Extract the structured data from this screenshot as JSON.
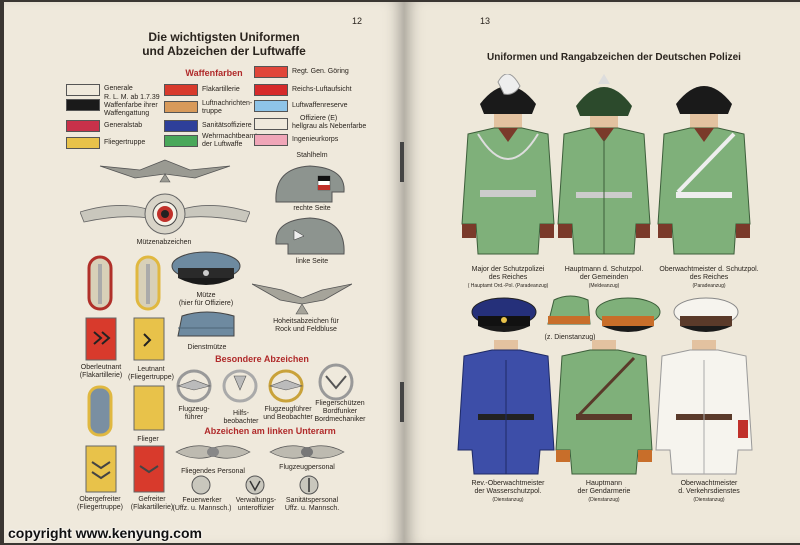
{
  "left_page": {
    "page_number": "12",
    "title_line1": "Die wichtigsten Uniformen",
    "title_line2": "und Abzeichen der Luftwaffe",
    "waffenfarben_heading": "Waffenfarben",
    "swatches_left": [
      {
        "color": "#ffffff",
        "label1": "Generale",
        "label2": ""
      },
      {
        "color": "#1a1a1a",
        "label1": "R. L. M. ab 1.7.39",
        "label2": "Waffenfarbe ihrer Waffengattung"
      },
      {
        "color": "#c8314a",
        "label1": "Generalstab",
        "label2": ""
      },
      {
        "color": "#e8c24a",
        "label1": "Fliegertruppe",
        "label2": ""
      }
    ],
    "swatches_mid": [
      {
        "color": "#d83a2c",
        "label1": "Flakartillerie",
        "label2": ""
      },
      {
        "color": "#d89a5a",
        "label1": "Luftnachrichten-",
        "label2": "truppe"
      },
      {
        "color": "#2e3f9a",
        "label1": "Sanitätsoffiziere",
        "label2": ""
      },
      {
        "color": "#4aa85a",
        "label1": "Wehrmachtbeamte",
        "label2": "der Luftwaffe"
      }
    ],
    "swatches_right": [
      {
        "color": "#e0463a",
        "label1": "Regt. Gen. Göring",
        "label2": ""
      },
      {
        "color": "#d62a2a",
        "label1": "Reichs-Luftaufsicht",
        "label2": ""
      },
      {
        "color": "#8ec4e8",
        "label1": "Luftwaffenreserve",
        "label2": ""
      },
      {
        "color": "#efe9dc",
        "label1": "Offiziere (E)",
        "label2": "hellgrau als Nebenfarbe"
      },
      {
        "color": "#f0a6b8",
        "label1": "Ingenieurkorps",
        "label2": ""
      }
    ],
    "stahlhelm": "Stahlhelm",
    "rechte_seite": "rechte Seite",
    "linke_seite": "linke Seite",
    "muetzenabzeichen": "Mützenabzeichen",
    "muetze_line1": "Mütze",
    "muetze_line2": "(hier für Offiziere)",
    "dienstmuetze": "Dienstmütze",
    "hoheit_line1": "Hoheitsabzeichen für",
    "hoheit_line2": "Rock und Feldbluse",
    "oberleutnant_line1": "Oberleutnant",
    "oberleutnant_line2": "(Flakartillerie)",
    "leutnant_line1": "Leutnant",
    "leutnant_line2": "(Fliegertruppe)",
    "flieger": "Flieger",
    "obergefreiter_line1": "Obergefreiter",
    "obergefreiter_line2": "(Fliegertruppe)",
    "gefreiter_line1": "Gefreiter",
    "gefreiter_line2": "(Flakartillerie)",
    "besondere": "Besondere Abzeichen",
    "badges": [
      {
        "line1": "Flugzeug-",
        "line2": "führer"
      },
      {
        "line1": "Hilfs-",
        "line2": "beobachter"
      },
      {
        "line1": "Flugzeugführer",
        "line2": "und Beobachter"
      },
      {
        "line1": "Fliegerschützen",
        "line2": "Bordfunker",
        "line3": "Bordmechaniker"
      }
    ],
    "unterarm": "Abzeichen am linken Unterarm",
    "fliegendes": "Fliegendes Personal",
    "flugzeugpersonal": "Flugzeugpersonal",
    "feuerwerker_line1": "Feuerwerker",
    "feuerwerker_line2": "(Uffz. u. Mannsch.)",
    "verwaltung_line1": "Verwaltungs-",
    "verwaltung_line2": "unteroffizier",
    "sanitaet_line1": "Sanitätspersonal",
    "sanitaet_line2": "Uffz. u. Mannsch."
  },
  "right_page": {
    "page_number": "13",
    "title": "Uniformen und Rangabzeichen der Deutschen Polizei",
    "figures_top": [
      {
        "line1": "Major der Schutzpolizei",
        "line2": "des Reiches",
        "small": "( Hauptamt Ord.-Pol. (Paradeanzug)"
      },
      {
        "line1": "Hauptmann d. Schutzpol.",
        "line2": "der Gemeinden",
        "small": "(Meldeanzug)"
      },
      {
        "line1": "Oberwachtmeister d. Schutzpol.",
        "line2": "des Reiches",
        "small": "(Paradeanzug)"
      }
    ],
    "small_dienstanzug": "(z. Dienstanzug)",
    "figures_bottom": [
      {
        "line1": "Rev.-Oberwachtmeister",
        "line2": "der Wasserschutzpol.",
        "small": "(Dienstanzug)"
      },
      {
        "line1": "Hauptmann",
        "line2": "der Gendarmerie",
        "small": "(Dienstanzug)"
      },
      {
        "line1": "Oberwachtmeister",
        "line2": "d. Verkehrsdienstes",
        "small": "(Dienstanzug)"
      }
    ]
  },
  "copyright": "copyright www.kenyung.com",
  "colors": {
    "police_green": "#7fb07a",
    "navy": "#2f3f8c",
    "collar_brown": "#7a3a2a",
    "cap_blue": "#25307a"
  }
}
